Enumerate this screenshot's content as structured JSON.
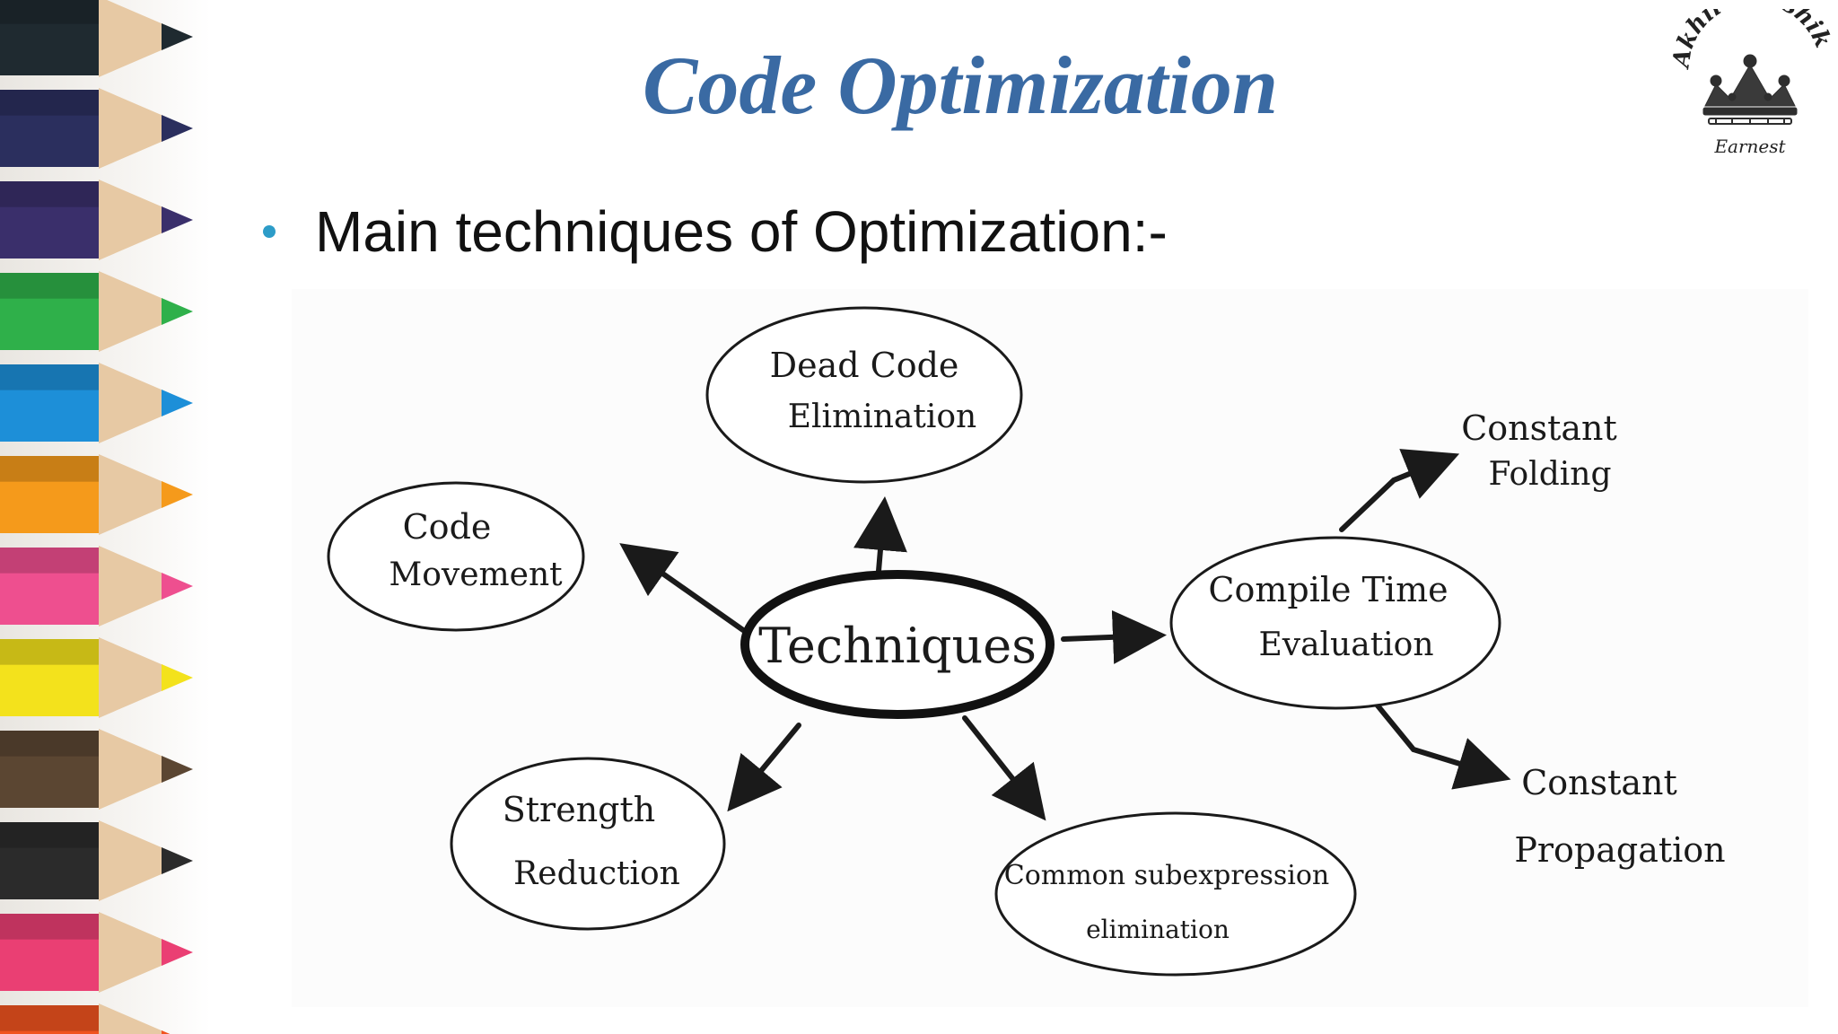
{
  "slide": {
    "title": "Code Optimization",
    "bullet": "Main techniques of Optimization:-"
  },
  "logo": {
    "text_top": "Akhil Kaushik",
    "text_bottom": "Earnest",
    "icon": "crown-icon"
  },
  "diagram": {
    "center": {
      "label": "Techniques"
    },
    "nodes": [
      {
        "id": "dead-code",
        "lines": [
          "Dead Code",
          "Elimination"
        ]
      },
      {
        "id": "code-movement",
        "lines": [
          "Code",
          "Movement"
        ]
      },
      {
        "id": "compile-time",
        "lines": [
          "Compile Time",
          "Evaluation"
        ]
      },
      {
        "id": "strength-reduction",
        "lines": [
          "Strength",
          "Reduction"
        ]
      },
      {
        "id": "common-subexpression",
        "lines": [
          "Common subexpression",
          "elimination"
        ]
      }
    ],
    "sub_nodes": [
      {
        "id": "constant-folding",
        "lines": [
          "Constant",
          "Folding"
        ]
      },
      {
        "id": "constant-propagation",
        "lines": [
          "Constant",
          "Propagation"
        ]
      }
    ]
  },
  "colors": {
    "title": "#3a6aa3",
    "bullet": "#2d9cc8",
    "ink": "#1a1a1a"
  },
  "pencil_colors": [
    "#1f2a30",
    "#2b2f5e",
    "#3a2f6b",
    "#2fb04a",
    "#1d8fd8",
    "#f59a1b",
    "#ee4f8f",
    "#f3e21c",
    "#5b4632",
    "#2b2b2b",
    "#ea3f73",
    "#f0531f"
  ]
}
